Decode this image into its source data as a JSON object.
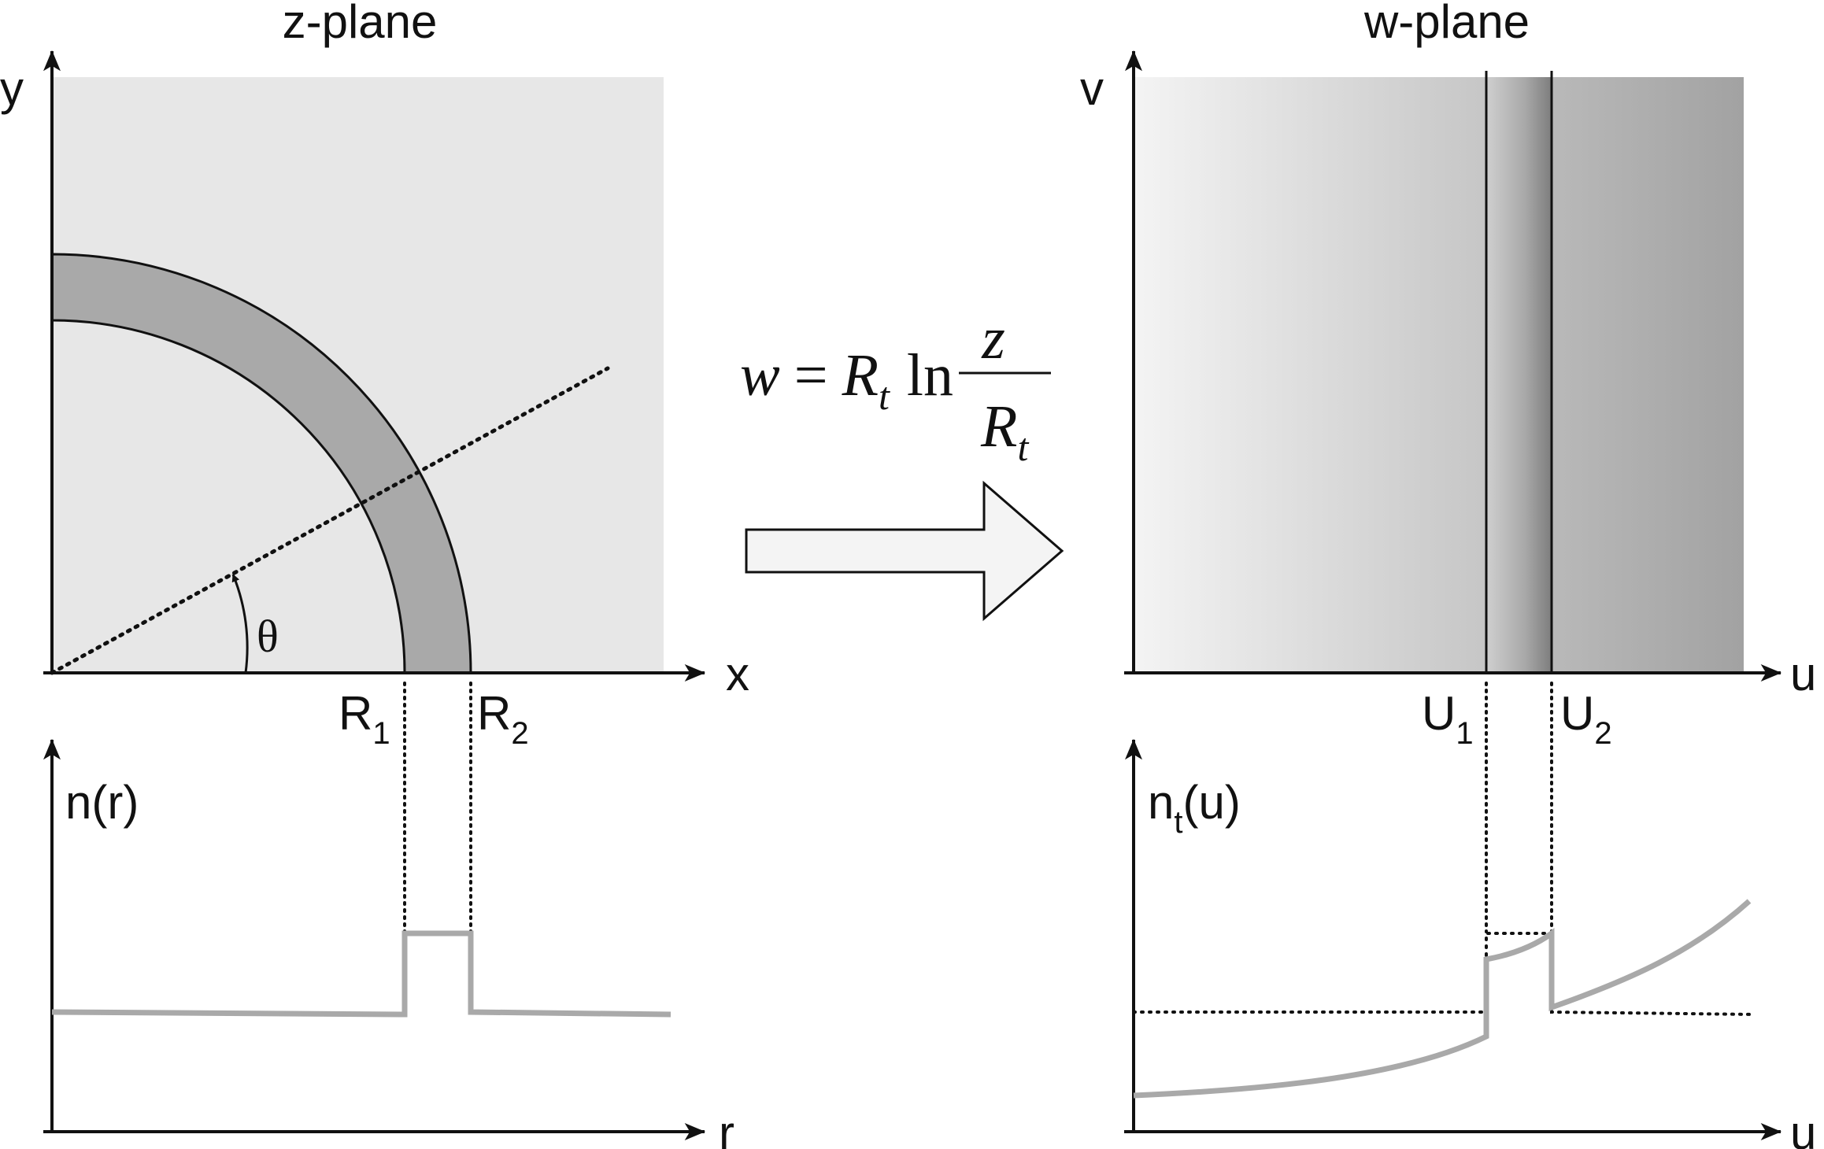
{
  "z_plane": {
    "title": "z-plane",
    "axis_x": "x",
    "axis_y": "y",
    "angle": "θ",
    "r1_main": "R",
    "r1_sub": "1",
    "r2_main": "R",
    "r2_sub": "2"
  },
  "n_profile": {
    "label": "n(r)",
    "axis": "r"
  },
  "w_plane": {
    "title": "w-plane",
    "axis_u": "u",
    "axis_v": "v",
    "u1_main": "U",
    "u1_sub": "1",
    "u2_main": "U",
    "u2_sub": "2"
  },
  "nt_profile": {
    "label_main": "n",
    "label_sub": "t",
    "label_rest": "(u)",
    "axis": "u"
  },
  "equation": {
    "w": "w",
    "equals": "=",
    "R": "R",
    "t": "t",
    "ln": "ln",
    "z": "z",
    "den_R": "R",
    "den_t": "t"
  },
  "colors": {
    "background": "#e7e7e7",
    "ring": "#a9a9a9",
    "profile": "#a9a9a9",
    "arrow_fill": "#f4f4f4",
    "ink": "#111111"
  }
}
